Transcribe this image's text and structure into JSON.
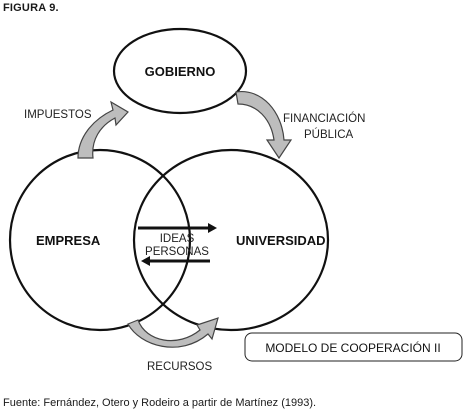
{
  "figure": {
    "label": "FIGURA 9."
  },
  "nodes": {
    "gobierno": "GOBIERNO",
    "empresa": "EMPRESA",
    "universidad": "UNIVERSIDAD"
  },
  "flows": {
    "impuestos": "IMPUESTOS",
    "financiacion_line1": "FINANCIACIÓN",
    "financiacion_line2": "PÚBLICA",
    "recursos": "RECURSOS",
    "ideas": "IDEAS",
    "personas": "PERSONAS"
  },
  "model_box": {
    "label": "MODELO DE COOPERACIÓN II"
  },
  "source": "Fuente: Fernández, Otero y Rodeiro a partir de Martínez (1993)."
}
